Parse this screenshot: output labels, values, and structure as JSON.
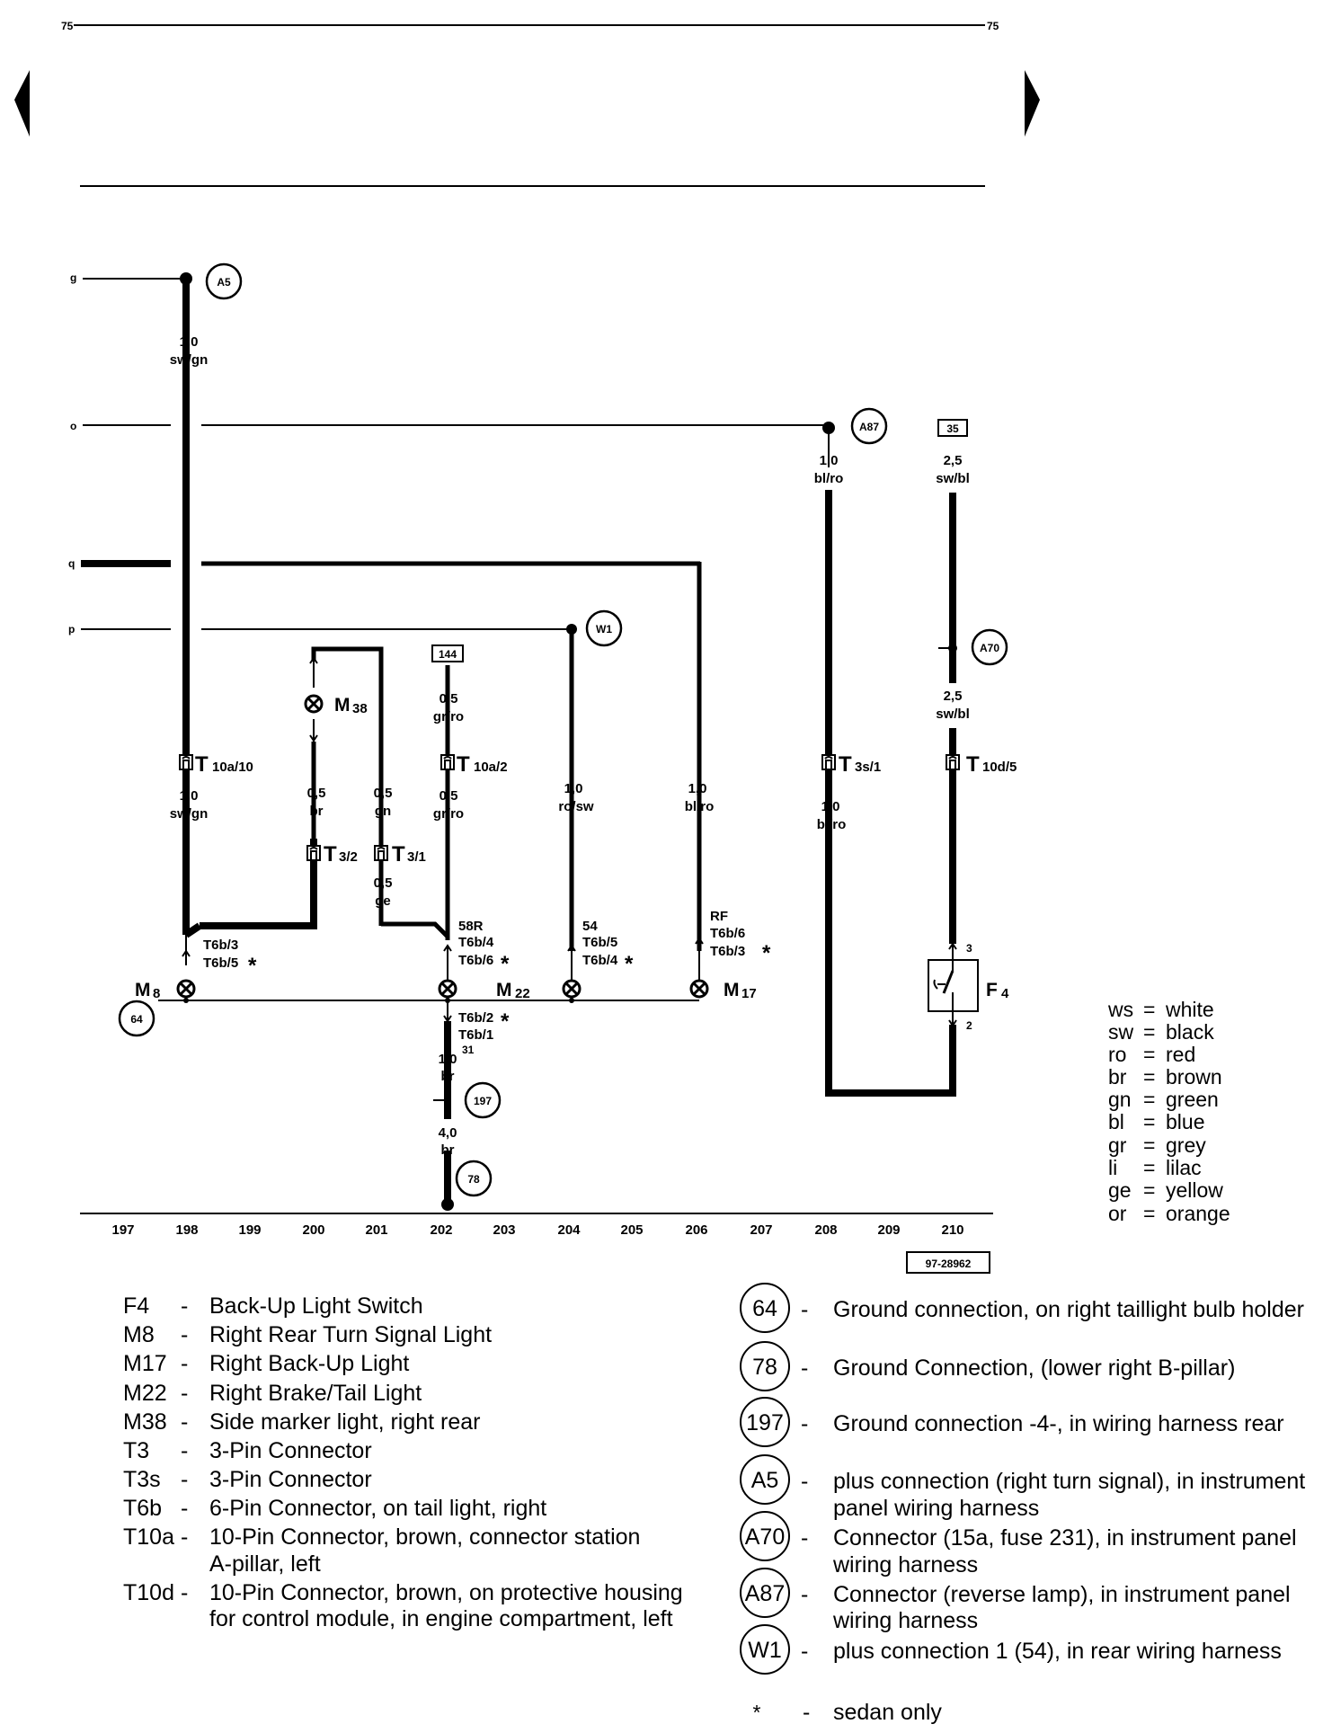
{
  "page_number": "75",
  "diagram_ref": "97-28962",
  "columns": [
    "197",
    "198",
    "199",
    "200",
    "201",
    "202",
    "203",
    "204",
    "205",
    "206",
    "207",
    "208",
    "209",
    "210"
  ],
  "buses": {
    "g": "g",
    "o": "o",
    "q": "q",
    "p": "p"
  },
  "connections": {
    "a5": "A5",
    "a87": "A87",
    "w1": "W1",
    "a70": "A70",
    "c64": "64",
    "c197": "197",
    "c78": "78"
  },
  "refs": {
    "r35": "35",
    "r144": "144"
  },
  "wires": {
    "w198_top_size": "1,0",
    "w198_top_color": "sw/gn",
    "w198_bot_size": "1,0",
    "w198_bot_color": "sw/gn",
    "w200_size": "0,5",
    "w200_color": "br",
    "w201_size": "0,5",
    "w201_color": "gn",
    "w201_bot_size": "0,5",
    "w201_bot_color": "ge",
    "w202_top_size": "0,5",
    "w202_top_color": "gr/ro",
    "w202_bot_size": "0,5",
    "w202_bot_color": "gr/ro",
    "w204_size": "1,0",
    "w204_color": "ro/sw",
    "w206_size": "1,0",
    "w206_color": "bl/ro",
    "w208_top_size": "1,0",
    "w208_top_color": "bl/ro",
    "w208_bot_size": "1,0",
    "w208_bot_color": "bl/ro",
    "w210_top_size": "2,5",
    "w210_top_color": "sw/bl",
    "w210_mid_size": "2,5",
    "w210_mid_color": "sw/bl",
    "w202_gnd1_size": "1,0",
    "w202_gnd1_color": "br",
    "w202_gnd2_size": "4,0",
    "w202_gnd2_color": "br"
  },
  "connectors": {
    "t10a10_main": "T",
    "t10a10_sub": "10a/10",
    "t10a2_main": "T",
    "t10a2_sub": "10a/2",
    "t32_main": "T",
    "t32_sub": "3/2",
    "t31_main": "T",
    "t31_sub": "3/1",
    "t3s1_main": "T",
    "t3s1_sub": "3s/1",
    "t10d5_main": "T",
    "t10d5_sub": "10d/5"
  },
  "pins": {
    "m8_a": "T6b/3",
    "m8_b": "T6b/5",
    "m8_star": "*",
    "m22_term": "58R",
    "m22_a": "T6b/4",
    "m22_b": "T6b/6",
    "m22_star": "*",
    "w204_term": "54",
    "w204_a": "T6b/5",
    "w204_b": "T6b/4",
    "w204_star": "*",
    "m17_term": "RF",
    "m17_a": "T6b/6",
    "m17_b": "T6b/3",
    "m17_star": "*",
    "gnd_a": "T6b/2",
    "gnd_b": "T6b/1",
    "gnd_term": "31",
    "gnd_star": "*",
    "f4_pin3": "3",
    "f4_pin2": "2"
  },
  "components": {
    "m8_main": "M",
    "m8_sub": "8",
    "m22_main": "M",
    "m22_sub": "22",
    "m17_main": "M",
    "m17_sub": "17",
    "m38_main": "M",
    "m38_sub": "38",
    "f4_main": "F",
    "f4_sub": "4"
  },
  "color_legend": [
    {
      "code": "ws",
      "eq": "=",
      "name": "white"
    },
    {
      "code": "sw",
      "eq": "=",
      "name": "black"
    },
    {
      "code": "ro",
      "eq": "=",
      "name": "red"
    },
    {
      "code": "br",
      "eq": "=",
      "name": "brown"
    },
    {
      "code": "gn",
      "eq": "=",
      "name": "green"
    },
    {
      "code": "bl",
      "eq": "=",
      "name": "blue"
    },
    {
      "code": "gr",
      "eq": "=",
      "name": "grey"
    },
    {
      "code": "li",
      "eq": "=",
      "name": "lilac"
    },
    {
      "code": "ge",
      "eq": "=",
      "name": "yellow"
    },
    {
      "code": "or",
      "eq": "=",
      "name": "orange"
    }
  ],
  "component_legend": [
    {
      "code": "F4",
      "dash": "-",
      "line1": "Back-Up Light Switch",
      "line2": ""
    },
    {
      "code": "M8",
      "dash": "-",
      "line1": "Right Rear Turn Signal Light",
      "line2": ""
    },
    {
      "code": "M17",
      "dash": "-",
      "line1": "Right Back-Up Light",
      "line2": ""
    },
    {
      "code": "M22",
      "dash": "-",
      "line1": "Right Brake/Tail Light",
      "line2": ""
    },
    {
      "code": "M38",
      "dash": "-",
      "line1": "Side marker light, right rear",
      "line2": ""
    },
    {
      "code": "T3",
      "dash": "-",
      "line1": "3-Pin Connector",
      "line2": ""
    },
    {
      "code": "T3s",
      "dash": "-",
      "line1": "3-Pin Connector",
      "line2": ""
    },
    {
      "code": "T6b",
      "dash": "-",
      "line1": "6-Pin Connector, on tail light, right",
      "line2": ""
    },
    {
      "code": "T10a",
      "dash": "-",
      "line1": "10-Pin Connector, brown, connector station",
      "line2": "A-pillar, left"
    },
    {
      "code": "T10d",
      "dash": "-",
      "line1": "10-Pin Connector, brown, on protective housing",
      "line2": "for control module, in engine compartment, left"
    }
  ],
  "ground_legend": [
    {
      "code": "64",
      "dash": "-",
      "line1": "Ground connection, on right taillight bulb holder",
      "line2": ""
    },
    {
      "code": "78",
      "dash": "-",
      "line1": "Ground Connection, (lower right B-pillar)",
      "line2": ""
    },
    {
      "code": "197",
      "dash": "-",
      "line1": "Ground connection -4-, in wiring  harness rear",
      "line2": ""
    },
    {
      "code": "A5",
      "dash": "-",
      "line1": "plus connection (right turn signal), in instrument",
      "line2": "panel wiring harness"
    },
    {
      "code": "A70",
      "dash": "-",
      "line1": "Connector (15a, fuse 231), in instrument panel",
      "line2": "wiring harness"
    },
    {
      "code": "A87",
      "dash": "-",
      "line1": "Connector (reverse lamp), in instrument panel",
      "line2": "wiring harness"
    },
    {
      "code": "W1",
      "dash": "-",
      "line1": "plus connection 1 (54), in rear wiring harness",
      "line2": ""
    }
  ],
  "footnote": {
    "symbol": "*",
    "dash": "-",
    "text": "sedan only"
  }
}
